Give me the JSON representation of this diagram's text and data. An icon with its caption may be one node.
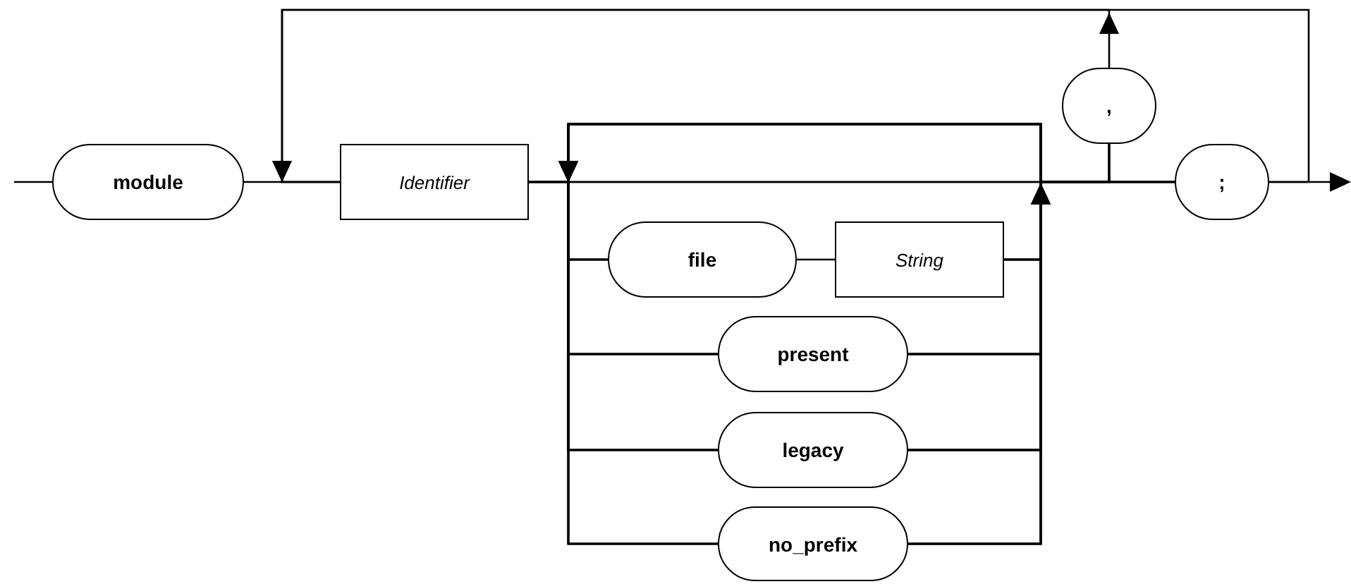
{
  "diagram": {
    "nodes": [
      {
        "text": [
          "module"
        ]
      },
      {
        "text": [
          "Identifier"
        ]
      },
      {
        "text": [
          "file"
        ]
      },
      {
        "text": [
          "String"
        ]
      },
      {
        "text": [
          "present"
        ]
      },
      {
        "text": [
          "legacy"
        ]
      },
      {
        "text": [
          "no_prefix"
        ]
      },
      {
        "text": [
          ","
        ]
      },
      {
        "text": [
          ";"
        ]
      }
    ],
    "edges": [
      {
        "from": null,
        "to": 0,
        "arrow": "none"
      },
      {
        "from": 0,
        "to": 1,
        "arrow": "none"
      },
      {
        "from": 1,
        "to": 2,
        "arrow": "none"
      },
      {
        "from": 1,
        "to": 4,
        "arrow": "none"
      },
      {
        "from": 1,
        "to": 5,
        "arrow": "none"
      },
      {
        "from": 1,
        "to": 6,
        "arrow": "none"
      },
      {
        "from": 2,
        "to": 3,
        "arrow": "none"
      },
      {
        "from": 1,
        "to": 7,
        "arrow": "none"
      },
      {
        "from": 1,
        "to": 8,
        "arrow": "none"
      },
      {
        "from": 3,
        "to": 7,
        "arrow": "to"
      },
      {
        "from": 4,
        "to": 7,
        "arrow": "to"
      },
      {
        "from": 5,
        "to": 7,
        "arrow": "to"
      },
      {
        "from": 6,
        "to": 7,
        "arrow": "to"
      },
      {
        "from": 3,
        "to": 8,
        "arrow": "to"
      },
      {
        "from": 4,
        "to": 8,
        "arrow": "to"
      },
      {
        "from": 5,
        "to": 8,
        "arrow": "to"
      },
      {
        "from": 6,
        "to": 8,
        "arrow": "to"
      },
      {
        "from": 7,
        "to": 1,
        "arrow": "to"
      },
      {
        "from": 8,
        "to": 1,
        "arrow": "to"
      },
      {
        "from": 8,
        "to": null,
        "arrow": "to"
      },
      {
        "from": 3,
        "to": 2,
        "arrow": "to"
      },
      {
        "from": 3,
        "to": 4,
        "arrow": "to"
      },
      {
        "from": 3,
        "to": 5,
        "arrow": "to"
      },
      {
        "from": 3,
        "to": 6,
        "arrow": "to"
      },
      {
        "from": 4,
        "to": 2,
        "arrow": "to"
      },
      {
        "from": 4,
        "to": 4,
        "arrow": "to"
      },
      {
        "from": 4,
        "to": 5,
        "arrow": "to"
      },
      {
        "from": 4,
        "to": 6,
        "arrow": "to"
      },
      {
        "from": 5,
        "to": 2,
        "arrow": "to"
      },
      {
        "from": 5,
        "to": 4,
        "arrow": "to"
      },
      {
        "from": 5,
        "to": 5,
        "arrow": "to"
      },
      {
        "from": 5,
        "to": 6,
        "arrow": "to"
      },
      {
        "from": 6,
        "to": 2,
        "arrow": "to"
      },
      {
        "from": 6,
        "to": 4,
        "arrow": "to"
      },
      {
        "from": 6,
        "to": 5,
        "arrow": "to"
      },
      {
        "from": 6,
        "to": 6,
        "arrow": "to"
      }
    ]
  }
}
